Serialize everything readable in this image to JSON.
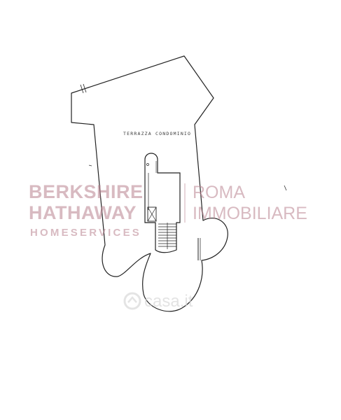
{
  "plan": {
    "terrace_label": "TERRAZZA CONDOMINIO"
  },
  "watermark": {
    "line1": "BERKSHIRE",
    "line2": "HATHAWAY",
    "line3": "HOMESERVICES",
    "right1": "ROMA",
    "right2": "IMMOBILIARE",
    "color": "#b98290"
  },
  "casa_watermark": {
    "text": "casa.it",
    "icon": "house-pin-icon"
  }
}
